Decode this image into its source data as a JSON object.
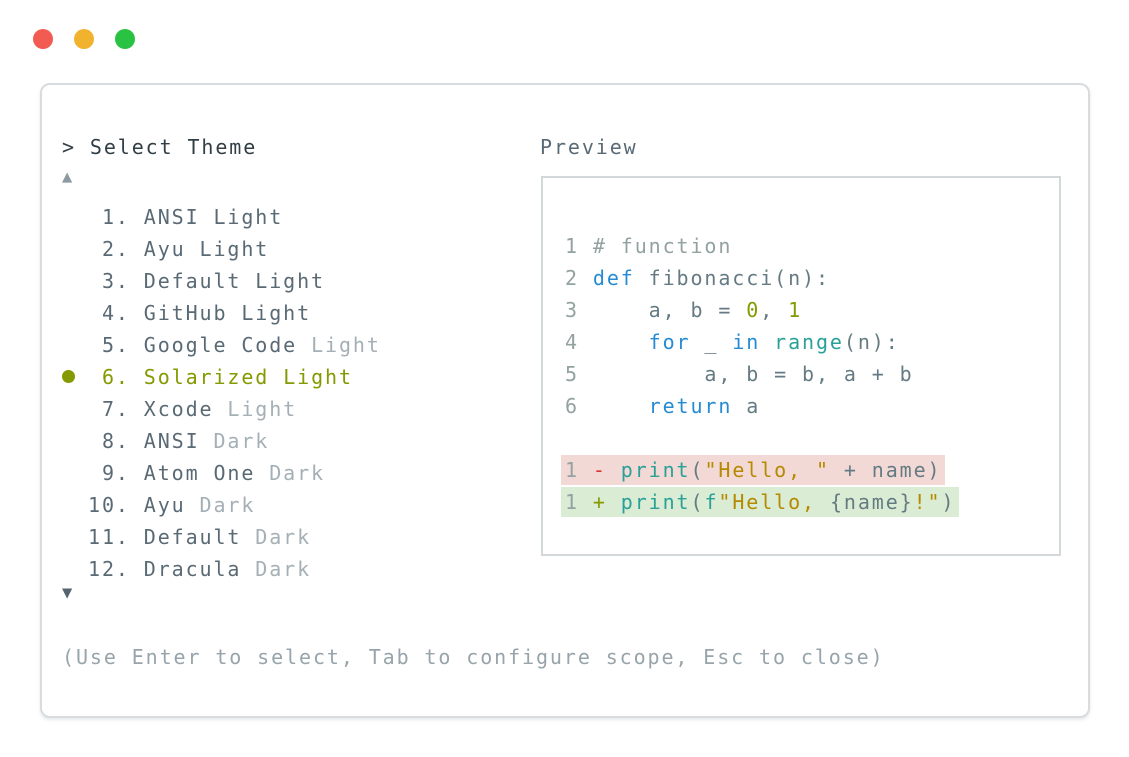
{
  "colors": {
    "traffic_red": "#f15b51",
    "traffic_yellow": "#f1b32e",
    "traffic_green": "#2ac242",
    "panel_border": "#d8dcdf",
    "preview_border": "#d3d9db",
    "title": "#323e46",
    "slate": "#5a6a75",
    "muted": "#a4b0b6",
    "olive": "#859900",
    "up_arrow": "#8d9aa1",
    "down_arrow": "#55656f",
    "help": "#98a4ab",
    "blue": "#268bd2",
    "cyan": "#2aa198",
    "green": "#859900",
    "yellow": "#b58900",
    "red": "#dc322f",
    "code_gray": "#657b83",
    "comment": "#93a1a1",
    "line_number": "#93a1a1",
    "removed_bg": "#f3d9d6",
    "added_bg": "#daecd4"
  },
  "window": {
    "traffic_lights": [
      {
        "name": "close",
        "color_key": "traffic_red"
      },
      {
        "name": "minimize",
        "color_key": "traffic_yellow"
      },
      {
        "name": "zoom",
        "color_key": "traffic_green"
      }
    ]
  },
  "prompt": {
    "title": "> Select Theme"
  },
  "theme_list": {
    "up_arrow": "▲",
    "down_arrow": "▼",
    "items": [
      {
        "num": " 1.",
        "name": "ANSI",
        "suffix": "Light",
        "muted_suffix": false,
        "selected": false
      },
      {
        "num": " 2.",
        "name": "Ayu",
        "suffix": "Light",
        "muted_suffix": false,
        "selected": false
      },
      {
        "num": " 3.",
        "name": "Default",
        "suffix": "Light",
        "muted_suffix": false,
        "selected": false
      },
      {
        "num": " 4.",
        "name": "GitHub",
        "suffix": "Light",
        "muted_suffix": false,
        "selected": false
      },
      {
        "num": " 5.",
        "name": "Google Code",
        "suffix": "Light",
        "muted_suffix": true,
        "selected": false
      },
      {
        "num": " 6.",
        "name": "Solarized",
        "suffix": "Light",
        "muted_suffix": false,
        "selected": true
      },
      {
        "num": " 7.",
        "name": "Xcode",
        "suffix": "Light",
        "muted_suffix": true,
        "selected": false
      },
      {
        "num": " 8.",
        "name": "ANSI",
        "suffix": "Dark",
        "muted_suffix": true,
        "selected": false
      },
      {
        "num": " 9.",
        "name": "Atom One",
        "suffix": "Dark",
        "muted_suffix": true,
        "selected": false
      },
      {
        "num": "10.",
        "name": "Ayu",
        "suffix": "Dark",
        "muted_suffix": true,
        "selected": false
      },
      {
        "num": "11.",
        "name": "Default",
        "suffix": "Dark",
        "muted_suffix": true,
        "selected": false
      },
      {
        "num": "12.",
        "name": "Dracula",
        "suffix": "Dark",
        "muted_suffix": true,
        "selected": false
      }
    ]
  },
  "preview": {
    "label": "Preview",
    "code_lines": [
      {
        "num": "1",
        "bg": null,
        "tokens": [
          [
            "# function",
            "comment"
          ]
        ]
      },
      {
        "num": "2",
        "bg": null,
        "tokens": [
          [
            "def",
            "blue"
          ],
          [
            " fibonacci(n):",
            "code_gray"
          ]
        ]
      },
      {
        "num": "3",
        "bg": null,
        "tokens": [
          [
            "    a, b = ",
            "code_gray"
          ],
          [
            "0",
            "green"
          ],
          [
            ", ",
            "code_gray"
          ],
          [
            "1",
            "green"
          ]
        ]
      },
      {
        "num": "4",
        "bg": null,
        "tokens": [
          [
            "    ",
            "code_gray"
          ],
          [
            "for",
            "blue"
          ],
          [
            " _ ",
            "code_gray"
          ],
          [
            "in",
            "blue"
          ],
          [
            " ",
            "code_gray"
          ],
          [
            "range",
            "cyan"
          ],
          [
            "(n):",
            "code_gray"
          ]
        ]
      },
      {
        "num": "5",
        "bg": null,
        "tokens": [
          [
            "        a, b = b, a + b",
            "code_gray"
          ]
        ]
      },
      {
        "num": "6",
        "bg": null,
        "tokens": [
          [
            "    ",
            "code_gray"
          ],
          [
            "return",
            "blue"
          ],
          [
            " a",
            "code_gray"
          ]
        ]
      },
      {
        "num": "",
        "bg": null,
        "tokens": []
      },
      {
        "num": "1",
        "bg": "removed_bg",
        "tokens": [
          [
            "- ",
            "red"
          ],
          [
            "print",
            "cyan"
          ],
          [
            "(",
            "code_gray"
          ],
          [
            "\"Hello, \"",
            "yellow"
          ],
          [
            " + name",
            "code_gray"
          ],
          [
            ")",
            "code_gray"
          ]
        ]
      },
      {
        "num": "1",
        "bg": "added_bg",
        "tokens": [
          [
            "+ ",
            "green"
          ],
          [
            "print",
            "cyan"
          ],
          [
            "(",
            "code_gray"
          ],
          [
            "f",
            "cyan"
          ],
          [
            "\"Hello, ",
            "yellow"
          ],
          [
            "{name}",
            "code_gray"
          ],
          [
            "!\"",
            "yellow"
          ],
          [
            ")",
            "code_gray"
          ]
        ]
      }
    ]
  },
  "footer": {
    "help_text": "(Use Enter to select, Tab to configure scope, Esc to close)"
  }
}
